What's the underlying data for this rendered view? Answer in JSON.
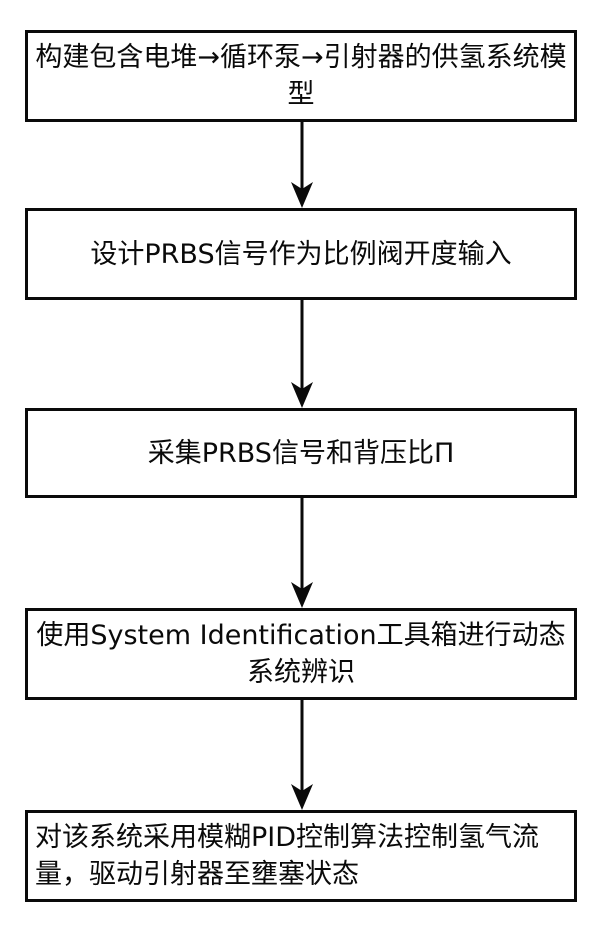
{
  "diagram": {
    "type": "flowchart",
    "direction": "top-down",
    "colors": {
      "border": "#0a0a0a",
      "background": "#ffffff",
      "text": "#0a0a0a",
      "arrow": "#0a0a0a"
    },
    "steps": [
      {
        "id": 1,
        "text": "构建包含电堆→循环泵→引射器的供氢系统模型"
      },
      {
        "id": 2,
        "text": "设计PRBS信号作为比例阀开度输入"
      },
      {
        "id": 3,
        "text": "采集PRBS信号和背压比Π"
      },
      {
        "id": 4,
        "text": "使用System Identification工具箱进行动态系统辨识"
      },
      {
        "id": 5,
        "text": "对该系统采用模糊PID控制算法控制氢气流量，驱动引射器至壅塞状态"
      }
    ],
    "connectors": [
      {
        "from": 1,
        "to": 2,
        "style": "arrow-down"
      },
      {
        "from": 2,
        "to": 3,
        "style": "arrow-down"
      },
      {
        "from": 3,
        "to": 4,
        "style": "arrow-down"
      },
      {
        "from": 4,
        "to": 5,
        "style": "arrow-down"
      }
    ]
  }
}
